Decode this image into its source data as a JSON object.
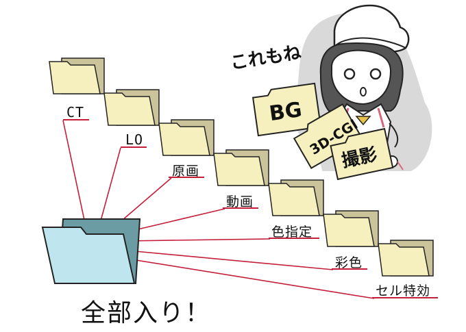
{
  "folders": [
    {
      "label": "CT"
    },
    {
      "label": "LO"
    },
    {
      "label": "原画"
    },
    {
      "label": "動画"
    },
    {
      "label": "色指定"
    },
    {
      "label": "彩色"
    },
    {
      "label": "セル特効"
    }
  ],
  "main_folder_caption": "全部入り！",
  "side_caption": "これもね",
  "side_folders": [
    {
      "label": "BG"
    },
    {
      "label": "3D-CGI"
    },
    {
      "label": "撮影"
    }
  ],
  "colors": {
    "folder_fill": "#f6f0be",
    "folder_back": "#cbc39a",
    "main_folder_fill": "#bfe6ef",
    "main_folder_back": "#6b9ca4",
    "line": "#c41d3a"
  }
}
